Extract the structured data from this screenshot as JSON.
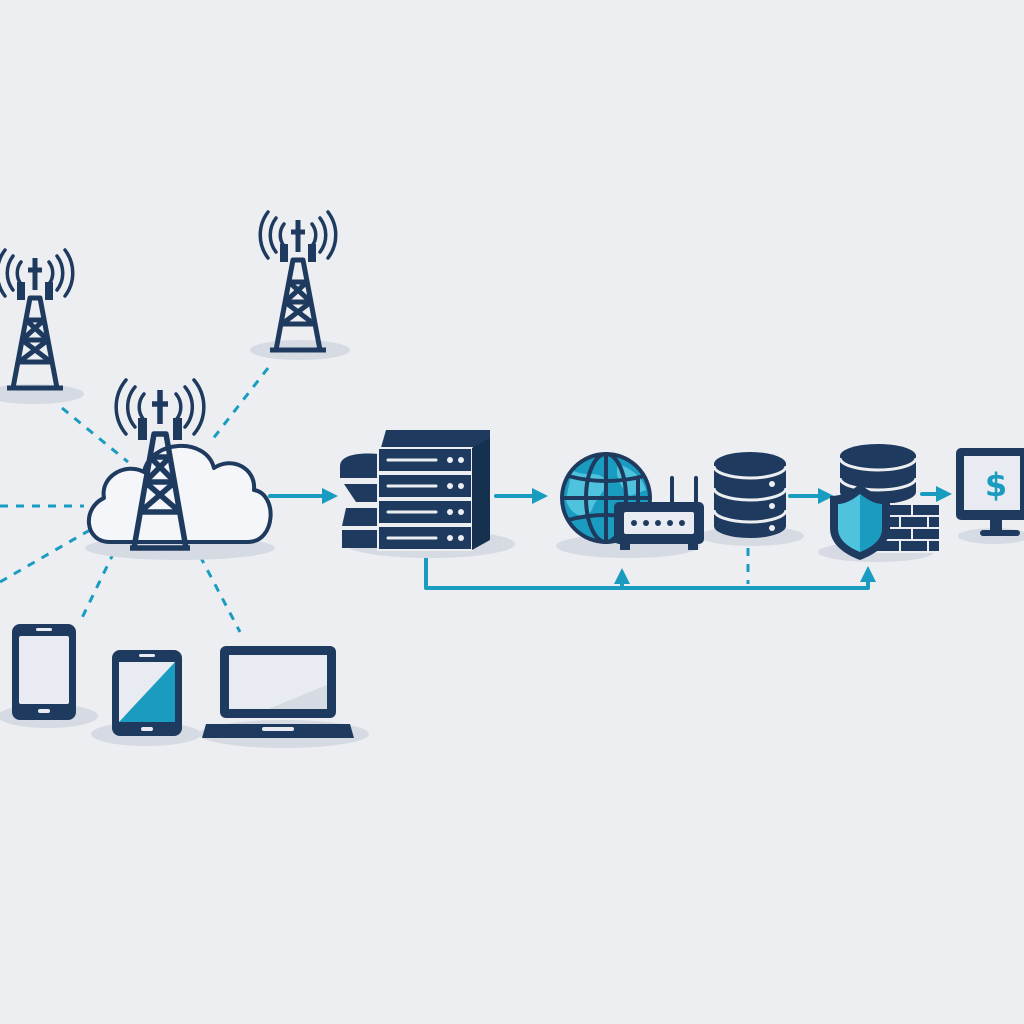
{
  "diagram": {
    "colors": {
      "background": "#eceef2",
      "navy": "#1f3a5f",
      "teal": "#1a9cc0",
      "teal_light": "#4fc3dd",
      "shadow": "#d6dae2",
      "screen": "#e8ebf1"
    },
    "nodes": [
      {
        "id": "tower-left",
        "icon": "cell-tower-icon"
      },
      {
        "id": "tower-top",
        "icon": "cell-tower-icon"
      },
      {
        "id": "cloud-tower",
        "icon": "cloud-tower-icon"
      },
      {
        "id": "smartphone",
        "icon": "smartphone-icon"
      },
      {
        "id": "tablet",
        "icon": "tablet-icon"
      },
      {
        "id": "laptop",
        "icon": "laptop-icon"
      },
      {
        "id": "server-rack",
        "icon": "server-rack-icon"
      },
      {
        "id": "globe-router",
        "icon": "globe-router-icon"
      },
      {
        "id": "database",
        "icon": "database-icon"
      },
      {
        "id": "shield-firewall",
        "icon": "shield-firewall-icon"
      },
      {
        "id": "payment-monitor",
        "icon": "payment-monitor-icon"
      }
    ],
    "monitor_symbol": "$"
  }
}
